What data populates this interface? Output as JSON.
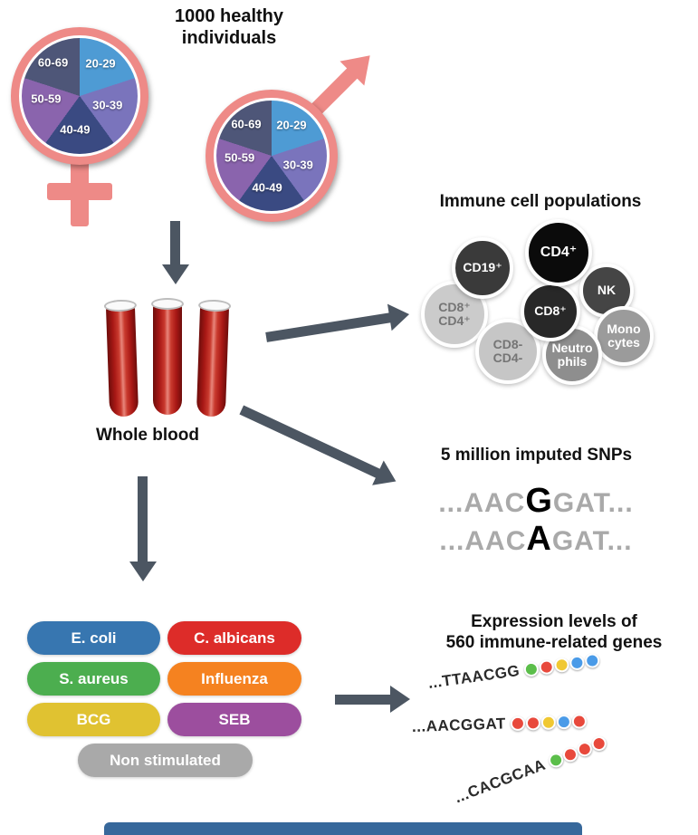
{
  "colors": {
    "pink": "#EE8A87",
    "arrow": "#4C5662",
    "blood_red": "#8E1310",
    "footer_bar": "#37689B"
  },
  "header": {
    "line1": "1000 healthy",
    "line2": "individuals"
  },
  "ages": [
    {
      "label": "20-29",
      "color": "#4E9BD4"
    },
    {
      "label": "30-39",
      "color": "#7A74BC"
    },
    {
      "label": "40-49",
      "color": "#3A4A82"
    },
    {
      "label": "50-59",
      "color": "#8A64AD"
    },
    {
      "label": "60-69",
      "color": "#4E5678"
    }
  ],
  "blood": {
    "label": "Whole blood"
  },
  "immune": {
    "title": "Immune cell populations",
    "cells": [
      {
        "label1": "CD8⁺",
        "label2": "CD4⁺",
        "color": "#CBCBCB"
      },
      {
        "label1": "CD19⁺",
        "color": "#3A3A3A"
      },
      {
        "label1": "NK",
        "color": "#454545"
      },
      {
        "label1": "Mono",
        "label2": "cytes",
        "color": "#9B9B9B"
      },
      {
        "label1": "CD8-",
        "label2": "CD4-",
        "color": "#C6C6C6"
      },
      {
        "label1": "Neutro",
        "label2": "phils",
        "color": "#8E8E8E"
      },
      {
        "label1": "CD8⁺",
        "color": "#282828"
      },
      {
        "label1": "CD4⁺",
        "color": "#0B0B0B"
      }
    ]
  },
  "snps": {
    "title": "5 million imputed SNPs",
    "rows": [
      {
        "pre": "...AAC",
        "snp": "G",
        "post": "GAT..."
      },
      {
        "pre": "...AAC",
        "snp": "A",
        "post": "GAT..."
      }
    ]
  },
  "stimuli": [
    {
      "label": "E. coli",
      "color": "#3776B0"
    },
    {
      "label": "C. albicans",
      "color": "#DD2C29"
    },
    {
      "label": "S. aureus",
      "color": "#4CAE4F"
    },
    {
      "label": "Influenza",
      "color": "#F58220"
    },
    {
      "label": "BCG",
      "color": "#E0C231"
    },
    {
      "label": "SEB",
      "color": "#9C4E9E"
    },
    {
      "label": "Non stimulated",
      "color": "#A9A9A9"
    }
  ],
  "expression": {
    "title1": "Expression levels of",
    "title2": "560 immune-related genes",
    "sequences": [
      {
        "text": "...TTAACGG",
        "dots": [
          "#5BBE4A",
          "#E8493C",
          "#F0C832",
          "#4A9BE8",
          "#4A9BE8"
        ]
      },
      {
        "text": "...AACGGAT",
        "dots": [
          "#E8493C",
          "#E8493C",
          "#F0C832",
          "#4A9BE8",
          "#E8493C"
        ]
      },
      {
        "text": "...CACGCAA",
        "dots": [
          "#5BBE4A",
          "#E8493C",
          "#E8493C",
          "#E8493C"
        ]
      }
    ]
  }
}
